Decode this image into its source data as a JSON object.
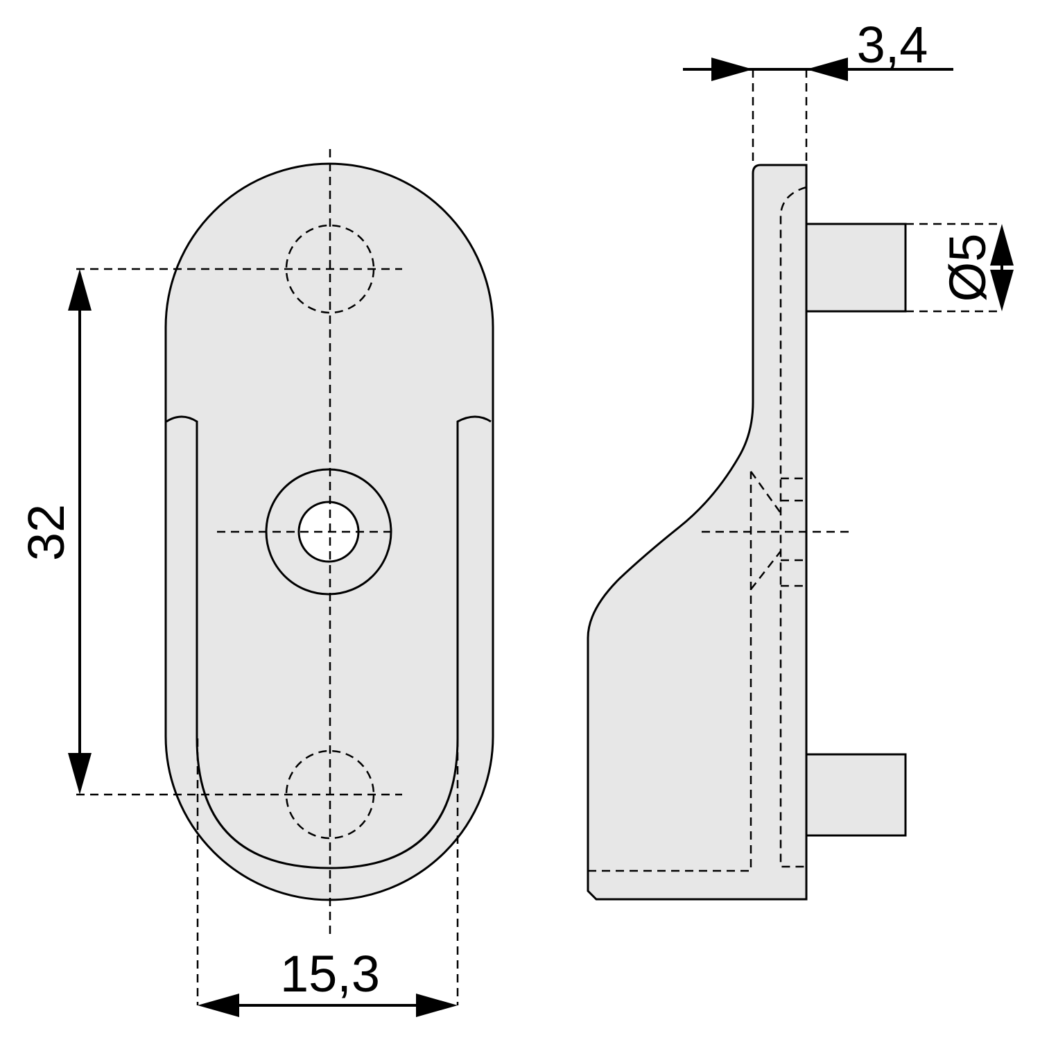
{
  "dimensions": {
    "height": "32",
    "width": "15,3",
    "thickness": "3,4",
    "pin_diameter": "Ø5"
  }
}
